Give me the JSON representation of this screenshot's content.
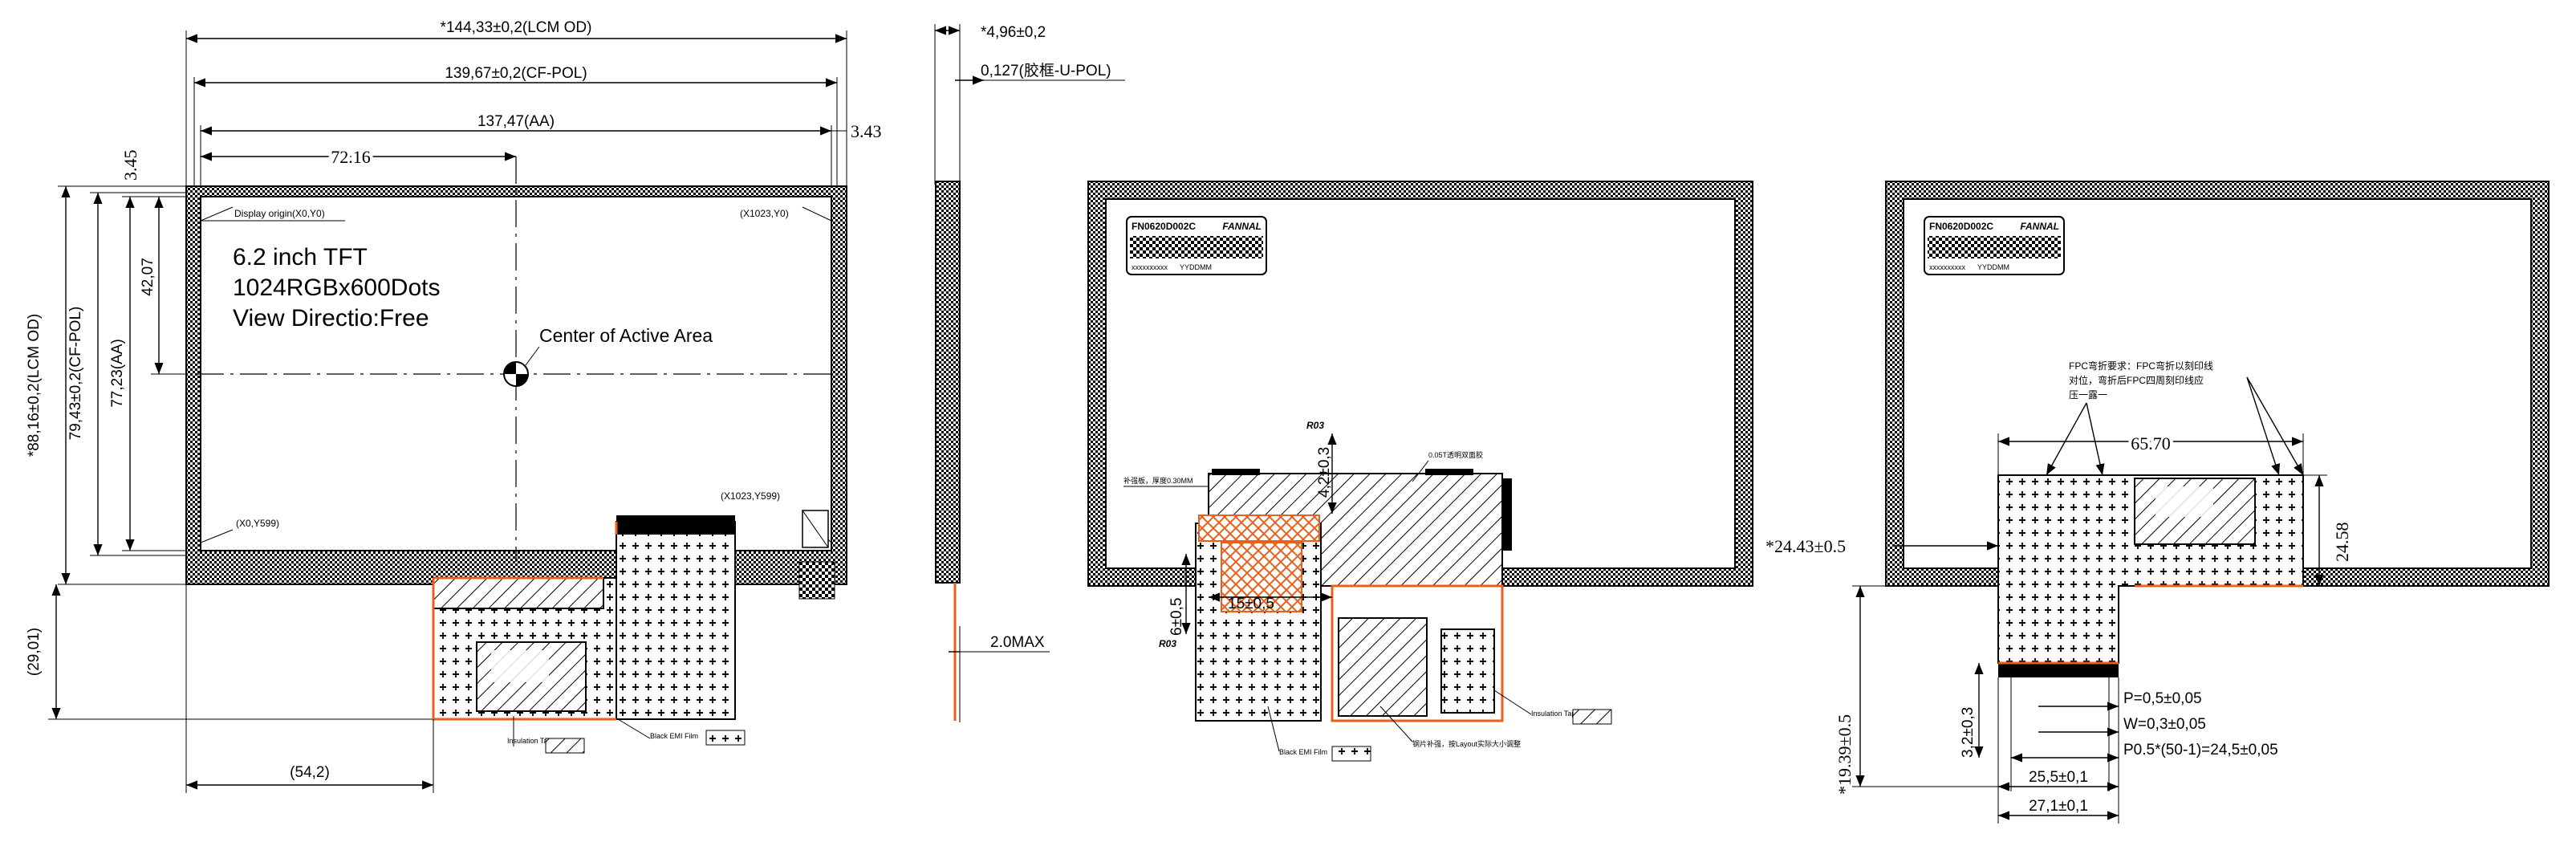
{
  "front_view": {
    "lcm_od_width": "*144,33±0,2(LCM OD)",
    "cf_pol_width": "139,67±0,2(CF-POL)",
    "aa_width": "137,47(AA)",
    "left_offset": "3.45",
    "right_offset": "3.43",
    "center_x": "72.16",
    "lcm_od_height": "*88,16±0,2(LCM OD)",
    "cf_pol_height": "79,43±0,2(CF-POL)",
    "aa_height": "77,23(AA)",
    "center_y": "42,07",
    "fpc_height": "(29,01)",
    "fpc_offset": "(54,2)",
    "origin_label": "Display origin(X0,Y0)",
    "top_right_label": "(X1023,Y0)",
    "bottom_left_label": "(X0,Y599)",
    "bottom_right_label": "(X1023,Y599)",
    "panel_lines": [
      "6.2 inch TFT",
      "1024RGBx600Dots",
      "View Directio:Free"
    ],
    "center_label": "Center of Active Area",
    "insulation_label": "Insulation Tape",
    "emi_label": "Black EMI Film"
  },
  "side_view": {
    "thickness": "*4,96±0,2",
    "pol_thickness": "0,127(胶框-U-POL)",
    "max_label": "2.0MAX"
  },
  "back_view_1": {
    "label_code": "FN0620D002C",
    "label_brand": "FANNAL",
    "label_serial": "xxxxxxxxxx",
    "label_date": "YYDDMM",
    "r_top": "R03",
    "r_bottom": "R03",
    "dim_vertical": "4,2±0,3",
    "dim_6": "6±0,5",
    "dim_15": "15±0,5",
    "note_left": "补强板，厚度0.30MM",
    "note_top": "0.05T透明双面胶",
    "note_bottom": "钢片补强，按Layout实际大小调整",
    "insulation_label": "Insulation Tape",
    "emi_label": "Black EMI Film"
  },
  "back_view_2": {
    "label_code": "FN0620D002C",
    "label_brand": "FANNAL",
    "label_serial": "xxxxxxxxxx",
    "label_date": "YYDDMM",
    "note_line1": "FPC弯折要求：FPC弯折以刻印线",
    "note_line2": "对位，弯折后FPC四周刻印线应",
    "note_line3": "压一露一",
    "dim_width": "65.70",
    "dim_height": "24.58",
    "dim_offset": "*24.43±0.5",
    "dim_length": "*19.39±0.5",
    "dim_tab": "3,2±0,3",
    "pitch": "P=0,5±0,05",
    "width": "W=0,3±0,05",
    "total": "P0.5*(50-1)=24,5±0,05",
    "dim_25": "25,5±0,1",
    "dim_27": "27,1±0,1"
  }
}
